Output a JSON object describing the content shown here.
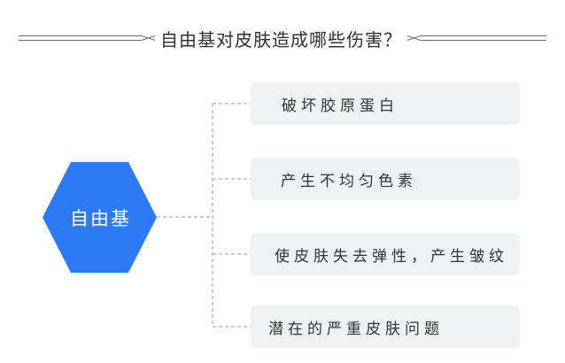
{
  "title": "自由基对皮肤造成哪些伤害？",
  "root_node": {
    "label": "自由基"
  },
  "items": [
    {
      "label": "破坏胶原蛋白"
    },
    {
      "label": "产生不均匀色素"
    },
    {
      "label": "使皮肤失去弹性，产生皱纹"
    },
    {
      "label": "潜在的严重皮肤问题"
    }
  ],
  "colors": {
    "hexagon": "#2d7bf4",
    "box_bg": "#f0f1f2",
    "connector": "#9a9a9a",
    "title_line": "#6b6b6b",
    "title_text": "#303030",
    "box_text": "#333333",
    "canvas_bg": "#ffffff",
    "root_label_text": "#ffffff"
  }
}
